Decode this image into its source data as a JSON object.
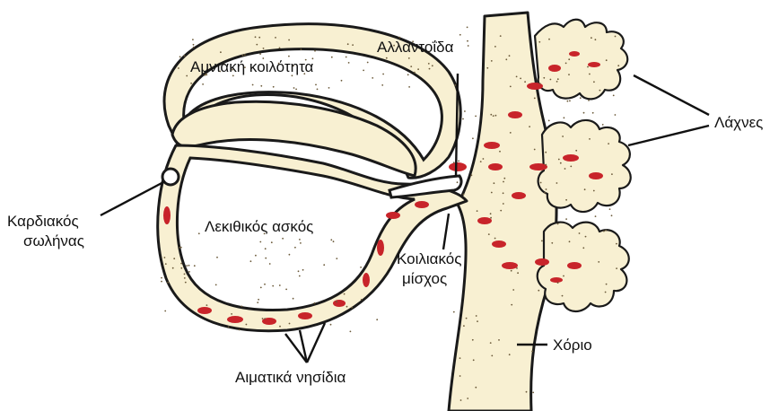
{
  "labels": {
    "amniotic_cavity": "Αμνιακή κοιλότητα",
    "allantois": "Αλλαντοΐδα",
    "villi": "Λάχνες",
    "heart_tube_line1": "Καρδιακός",
    "heart_tube_line2": "σωλήνας",
    "yolk_sac": "Λεκιθικός ασκός",
    "body_stalk_line1": "Κοιλιακός",
    "body_stalk_line2": "μίσχος",
    "chorion": "Χόριο",
    "blood_islands": "Αιματικά νησίδια"
  },
  "colors": {
    "tissue": "#f8f0d2",
    "outline": "#1a1a1a",
    "blood": "#c8242a"
  }
}
